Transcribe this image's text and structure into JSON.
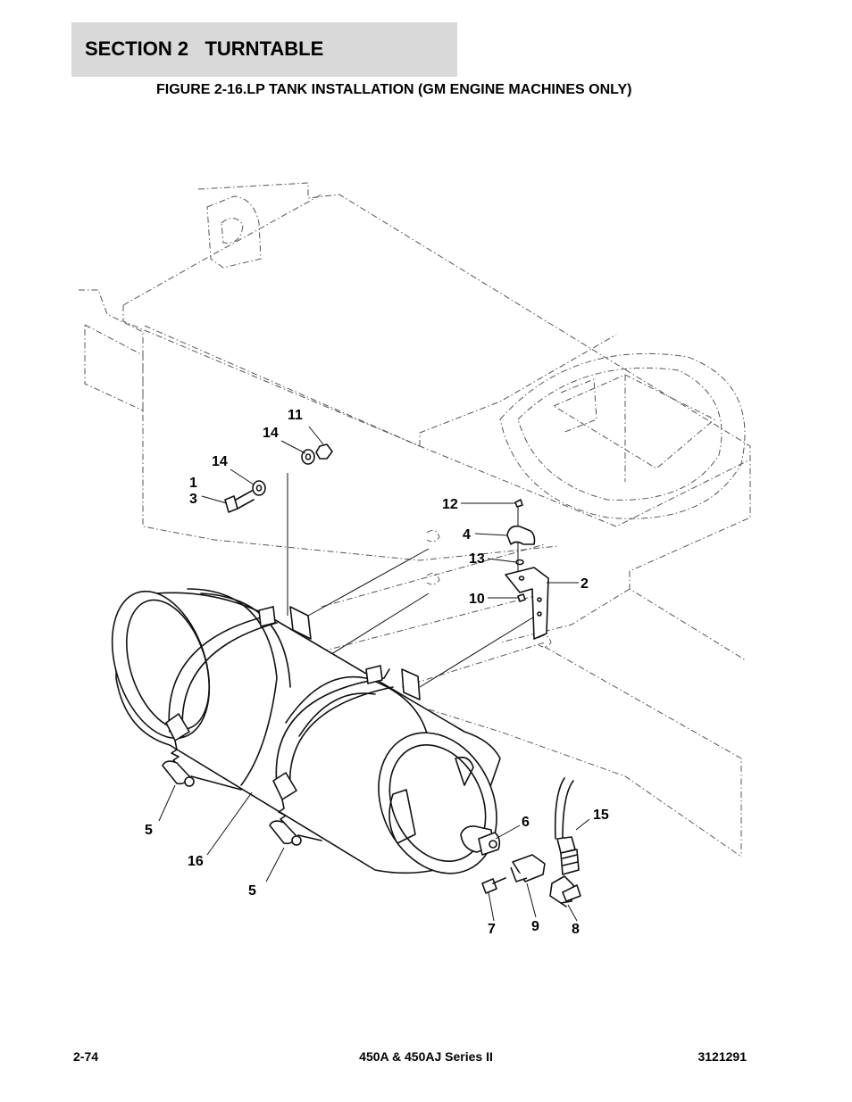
{
  "header": {
    "section_title": "SECTION 2   TURNTABLE",
    "figure_title": "FIGURE 2-16.LP TANK INSTALLATION (GM ENGINE MACHINES ONLY)"
  },
  "callouts": {
    "c11": "11",
    "c14a": "14",
    "c14b": "14",
    "c1": "1",
    "c3": "3",
    "c12": "12",
    "c4": "4",
    "c13": "13",
    "c2": "2",
    "c10": "10",
    "c15": "15",
    "c6": "6",
    "c5a": "5",
    "c16": "16",
    "c5b": "5",
    "c7": "7",
    "c9": "9",
    "c8": "8"
  },
  "footer": {
    "page_number": "2-74",
    "model": "450A & 450AJ Series II",
    "doc_number": "3121291"
  }
}
